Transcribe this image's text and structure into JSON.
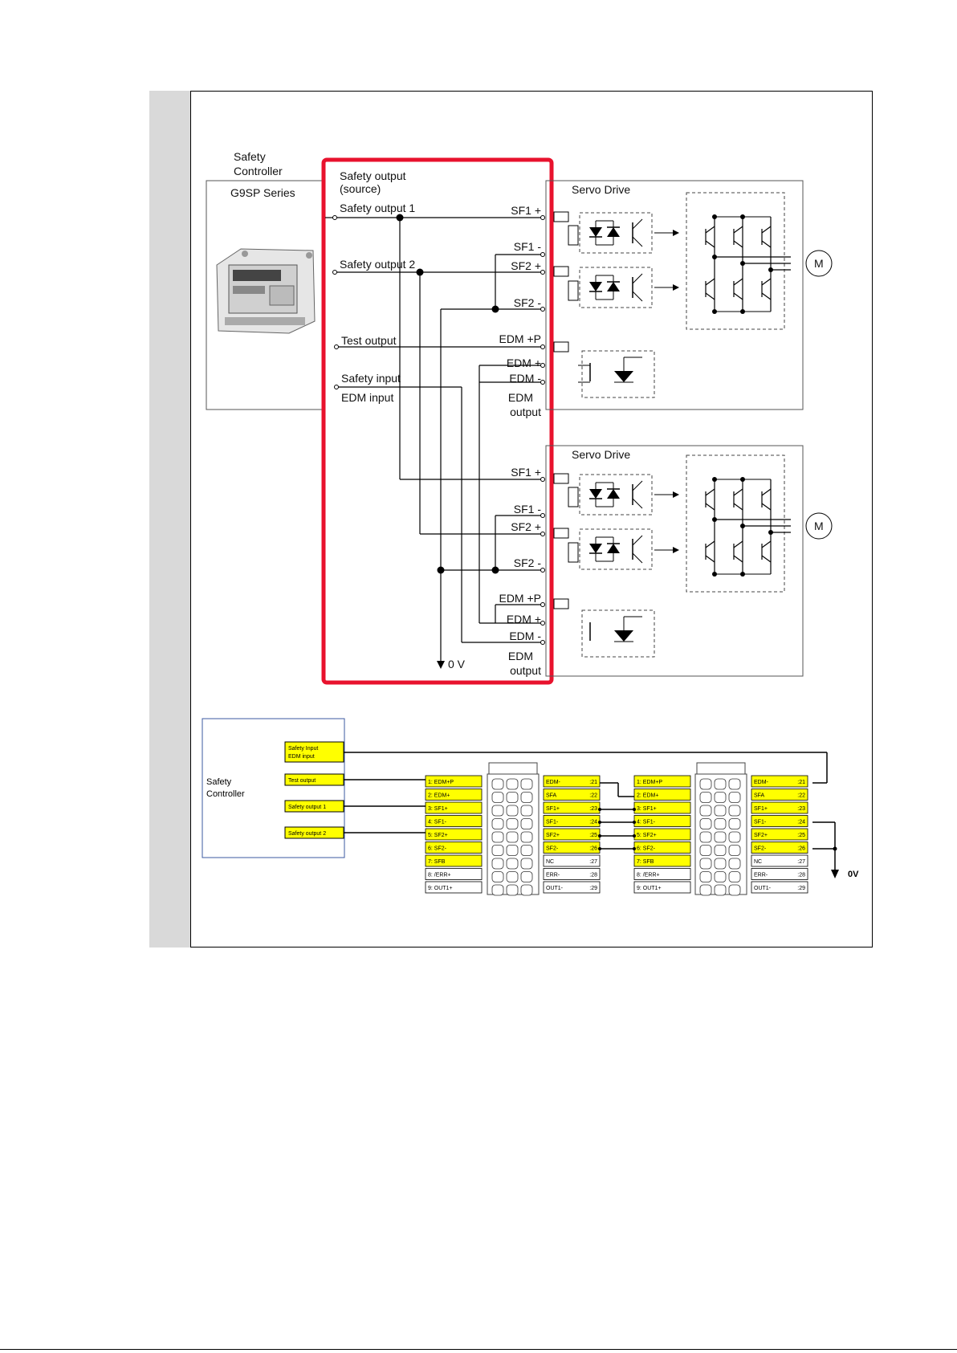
{
  "upper": {
    "controller_title": "Safety\nController",
    "series_label": "G9SP Series",
    "outputs_header": "Safety output\n(source)",
    "signals": [
      "Safety output 1",
      "Safety output 2",
      "Test output",
      "Safety input",
      "EDM input"
    ],
    "drive_label": "Servo Drive",
    "drive_terminals": [
      "SF1 +",
      "SF1 -",
      "SF2 +",
      "SF2 -",
      "EDM +P",
      "EDM +",
      "EDM -",
      "EDM\noutput"
    ],
    "motor_label": "M",
    "zero_volt": "0 V",
    "highlight_color": "#e8122d"
  },
  "lower": {
    "controller_label": "Safety\nController",
    "controller_ports": [
      "Safety Input\nEDM input",
      "Test output",
      "Safety output 1",
      "Safety output 2"
    ],
    "left_terminals": [
      "1: EDM+P",
      "2: EDM+",
      "3: SF1+",
      "4: SF1-",
      "5: SF2+",
      "6: SF2-",
      "7: SFB",
      "8: /ERR+",
      "9: OUT1+"
    ],
    "right_terminals": [
      {
        "name": "EDM-",
        "pin": ":21"
      },
      {
        "name": "SFA",
        "pin": ":22"
      },
      {
        "name": "SF1+",
        "pin": ":23"
      },
      {
        "name": "SF1-",
        "pin": ":24"
      },
      {
        "name": "SF2+",
        "pin": ":25"
      },
      {
        "name": "SF2-",
        "pin": ":26"
      },
      {
        "name": "NC",
        "pin": ":27"
      },
      {
        "name": "ERR-",
        "pin": ":28"
      },
      {
        "name": "OUT1-",
        "pin": ":29"
      }
    ],
    "highlighted_rows": 7,
    "zero_volt": "0V",
    "highlight_color": "#ffff00"
  }
}
